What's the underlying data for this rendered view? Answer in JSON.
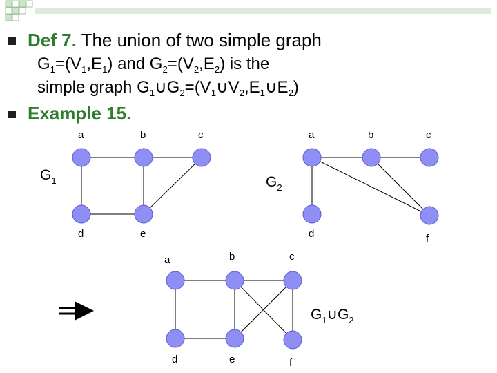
{
  "bullets": [
    {
      "head": "Def 7.",
      "text": "The union of two simple graph",
      "line2": {
        "p1": "G",
        "s1": "1",
        "p2": "=(V",
        "s2": "1",
        "p3": ",E",
        "s3": "1",
        "p4": ") and G",
        "s4": "2",
        "p5": "=(V",
        "s5": "2",
        "p6": ",E",
        "s6": "2",
        "p7": ") is the"
      },
      "line3": {
        "p1": "simple graph G",
        "s1": "1",
        "p2": "∪G",
        "s2": "2",
        "p3": "=(V",
        "s3": "1",
        "p4": "∪V",
        "s4": "2",
        "p5": ",E",
        "s5": "1",
        "p6": "∪E",
        "s6": "2",
        "p7": ")"
      }
    },
    {
      "head": "Example 15."
    }
  ],
  "graphs": [
    {
      "name": "G",
      "sub": "1",
      "nodes": [
        {
          "id": "a",
          "label": "a"
        },
        {
          "id": "b",
          "label": "b"
        },
        {
          "id": "c",
          "label": "c"
        },
        {
          "id": "d",
          "label": "d"
        },
        {
          "id": "e",
          "label": "e"
        }
      ],
      "edges": [
        [
          "a",
          "b"
        ],
        [
          "b",
          "c"
        ],
        [
          "a",
          "d"
        ],
        [
          "b",
          "e"
        ],
        [
          "d",
          "e"
        ],
        [
          "c",
          "e"
        ]
      ]
    },
    {
      "name": "G",
      "sub": "2",
      "nodes": [
        {
          "id": "a",
          "label": "a"
        },
        {
          "id": "b",
          "label": "b"
        },
        {
          "id": "c",
          "label": "c"
        },
        {
          "id": "d",
          "label": "d"
        },
        {
          "id": "f",
          "label": "f"
        }
      ],
      "edges": [
        [
          "a",
          "b"
        ],
        [
          "b",
          "c"
        ],
        [
          "a",
          "d"
        ],
        [
          "a",
          "f"
        ],
        [
          "b",
          "f"
        ]
      ]
    },
    {
      "name": "G",
      "sub": "1",
      "mid": "∪G",
      "sub2": "2",
      "nodes": [
        {
          "id": "a",
          "label": "a"
        },
        {
          "id": "b",
          "label": "b"
        },
        {
          "id": "c",
          "label": "c"
        },
        {
          "id": "d",
          "label": "d"
        },
        {
          "id": "e",
          "label": "e"
        },
        {
          "id": "f",
          "label": "f"
        }
      ],
      "edges": [
        [
          "a",
          "b"
        ],
        [
          "b",
          "c"
        ],
        [
          "a",
          "d"
        ],
        [
          "b",
          "e"
        ],
        [
          "d",
          "e"
        ],
        [
          "c",
          "e"
        ],
        [
          "b",
          "f"
        ],
        [
          "c",
          "f"
        ]
      ]
    }
  ],
  "colors": {
    "node_fill": "#8e8ef5",
    "node_stroke": "#5a5ad0",
    "accent": "#2e7d2e"
  }
}
